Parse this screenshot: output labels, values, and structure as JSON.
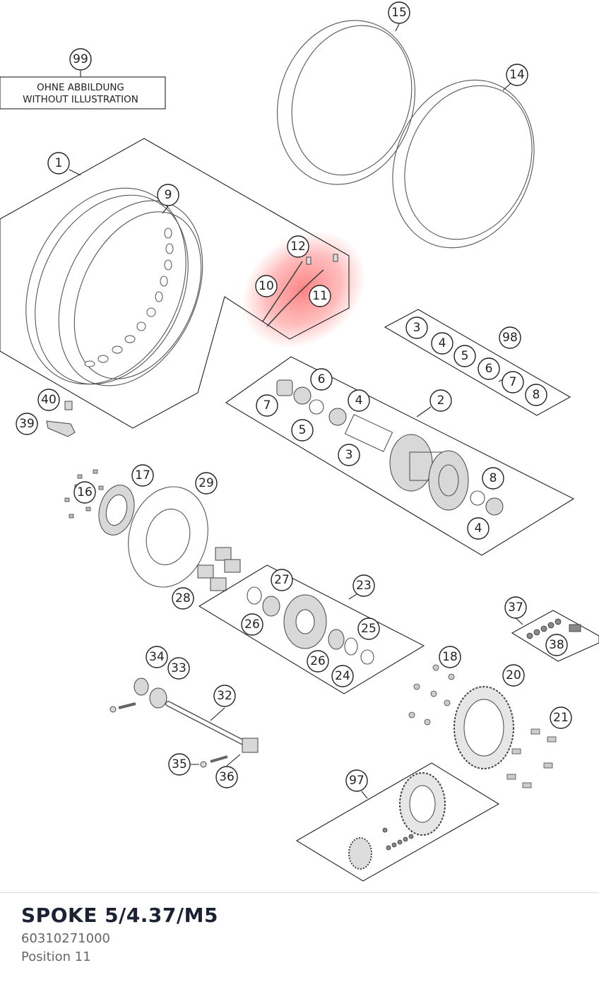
{
  "diagram": {
    "note_box": {
      "line1": "OHNE ABBILDUNG",
      "line2": "WITHOUT ILLUSTRATION"
    },
    "callouts": {
      "c1": "1",
      "c2": "2",
      "c3a": "3",
      "c3b": "3",
      "c4a": "4",
      "c4b": "4",
      "c4c": "4",
      "c5a": "5",
      "c5b": "5",
      "c6a": "6",
      "c6b": "6",
      "c7a": "7",
      "c7b": "7",
      "c8a": "8",
      "c8b": "8",
      "c9": "9",
      "c10": "10",
      "c11": "11",
      "c12": "12",
      "c14": "14",
      "c15": "15",
      "c16": "16",
      "c17": "17",
      "c18": "18",
      "c20": "20",
      "c21": "21",
      "c23": "23",
      "c24": "24",
      "c25": "25",
      "c26a": "26",
      "c26b": "26",
      "c27": "27",
      "c28": "28",
      "c29": "29",
      "c32": "32",
      "c33": "33",
      "c34": "34",
      "c35": "35",
      "c36": "36",
      "c37": "37",
      "c38": "38",
      "c39": "39",
      "c40": "40",
      "c97": "97",
      "c98": "98",
      "c99": "99"
    },
    "highlight_color": "#ff6b6b"
  },
  "part": {
    "title": "SPOKE 5/4.37/M5",
    "number": "60310271000",
    "position": "Position 11"
  }
}
